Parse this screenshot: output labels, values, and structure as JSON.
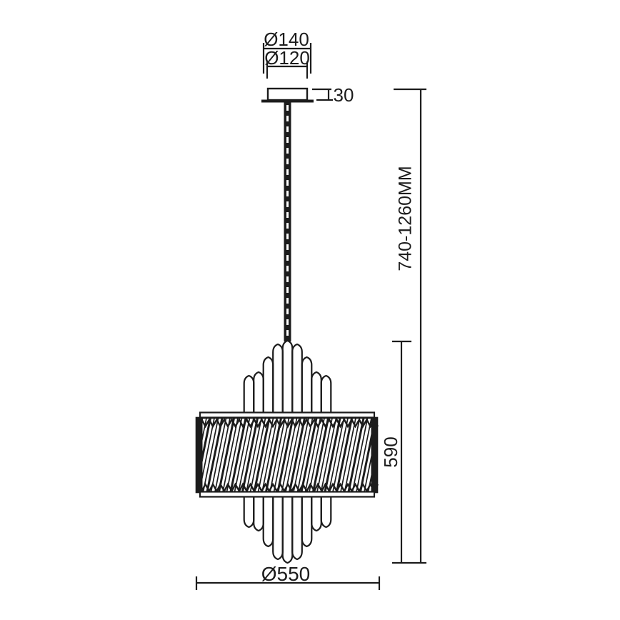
{
  "drawing": {
    "kind": "pendant-chandelier dimension drawing",
    "background_color": "#ffffff",
    "line_color": "#1c1c1c"
  },
  "dimensions": {
    "canopy_outer_diameter": "Ø140",
    "canopy_inner_diameter": "Ø120",
    "canopy_height": "30",
    "overall_height": "740-1260MM",
    "body_height": "590",
    "body_diameter": "Ø550"
  }
}
